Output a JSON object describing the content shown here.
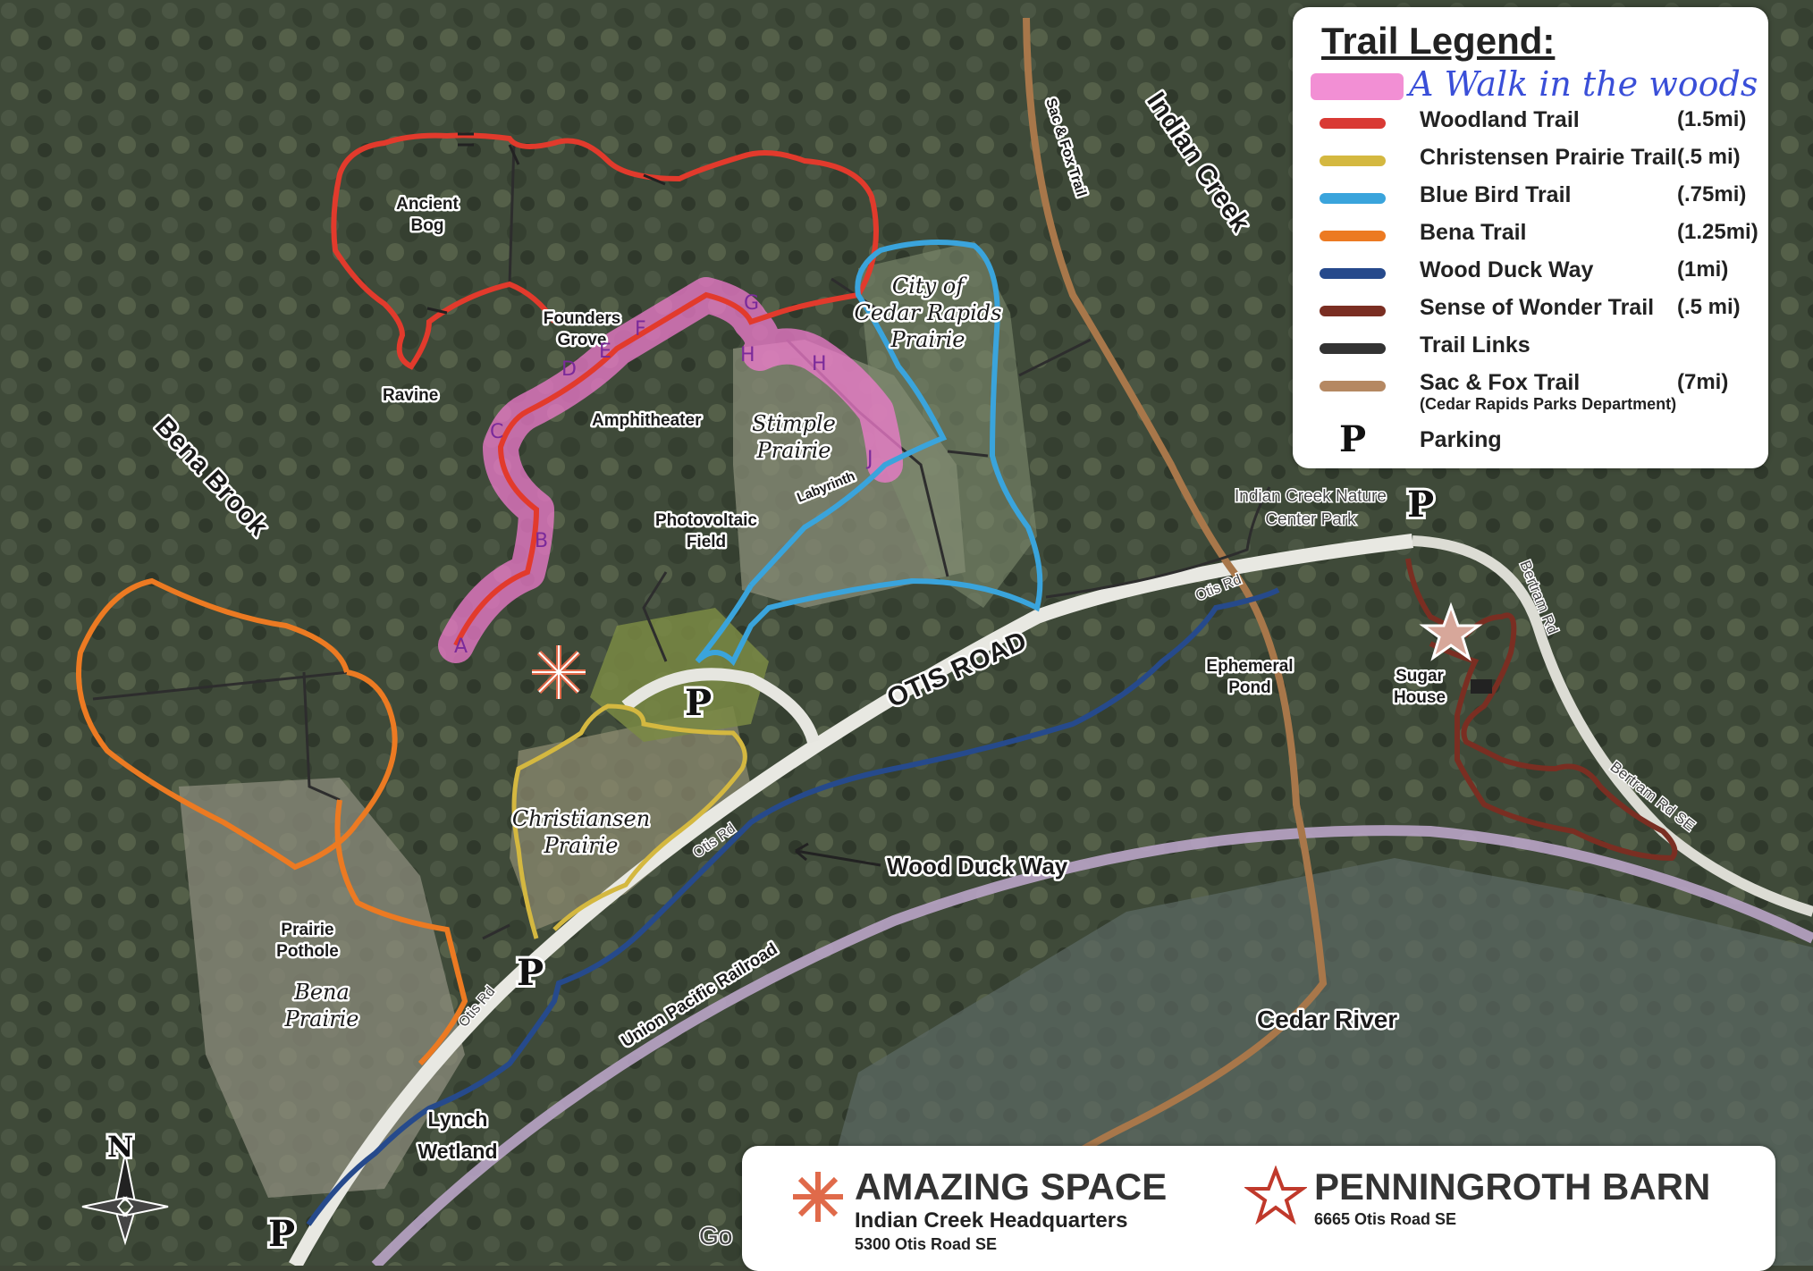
{
  "legend": {
    "title": "Trail Legend:",
    "walk_label": "A Walk in the woods",
    "walk_color": "#f07bcd",
    "rows": [
      {
        "name": "Woodland Trail",
        "distance": "(1.5mi)",
        "color": "#d93a34"
      },
      {
        "name": "Christensen Prairie Trail",
        "distance": "(.5 mi)",
        "color": "#d4b840"
      },
      {
        "name": "Blue Bird Trail",
        "distance": "(.75mi)",
        "color": "#3aa4dc"
      },
      {
        "name": "Bena Trail",
        "distance": "(1.25mi)",
        "color": "#ec7a22"
      },
      {
        "name": "Wood Duck Way",
        "distance": "(1mi)",
        "color": "#264a8c"
      },
      {
        "name": "Sense of Wonder Trail",
        "distance": "(.5 mi)",
        "color": "#7a2e22"
      },
      {
        "name": "Trail Links",
        "distance": "",
        "color": "#333333"
      },
      {
        "name": "Sac & Fox Trail",
        "distance": "(7mi)",
        "color": "#b58862"
      }
    ],
    "sac_fox_note": "(Cedar Rapids Parks Department)",
    "parking_symbol": "P",
    "parking_label": "Parking"
  },
  "map_labels": {
    "ancient_bog": [
      "Ancient",
      "Bog"
    ],
    "founders_grove": [
      "Founders",
      "Grove"
    ],
    "ravine": "Ravine",
    "amphitheater": "Amphitheater",
    "stimple_prairie": [
      "Stimple",
      "Prairie"
    ],
    "city_prairie": [
      "City of",
      "Cedar Rapids",
      "Prairie"
    ],
    "labyrinth": "Labyrinth",
    "photovoltaic": [
      "Photovoltaic",
      "Field"
    ],
    "bena_brook": "Bena Brook",
    "indian_creek": "Indian Creek",
    "sac_fox_trail": "Sac & Fox Trail",
    "nature_center_park": [
      "Indian Creek Nature",
      "Center Park"
    ],
    "otis_road": "OTIS ROAD",
    "ephemeral_pond": [
      "Ephemeral",
      "Pond"
    ],
    "sugar_house": [
      "Sugar",
      "House"
    ],
    "christiansen_prairie": [
      "Christiansen",
      "Prairie"
    ],
    "wood_duck_way": "Wood Duck Way",
    "prairie_pothole": [
      "Prairie",
      "Pothole"
    ],
    "bena_prairie": [
      "Bena",
      "Prairie"
    ],
    "union_pacific": "Union Pacific Railroad",
    "cedar_river": "Cedar River",
    "lynch_wetland": [
      "Lynch",
      "Wetland"
    ],
    "bertram_rd_1": "Bertram Rd",
    "bertram_rd_2": "Bertram Rd SE",
    "otis_rd_small": "Otis Rd",
    "north": "N",
    "go": "Go",
    "marker_letters": [
      "A",
      "B",
      "C",
      "D",
      "E",
      "F",
      "G",
      "H",
      "H",
      "J"
    ]
  },
  "bottom": {
    "amazing_title": "AMAZING SPACE",
    "amazing_sub": "Indian Creek Headquarters",
    "amazing_addr": "5300 Otis Road SE",
    "barn_title": "PENNINGROTH BARN",
    "barn_addr": "6665 Otis Road SE"
  }
}
